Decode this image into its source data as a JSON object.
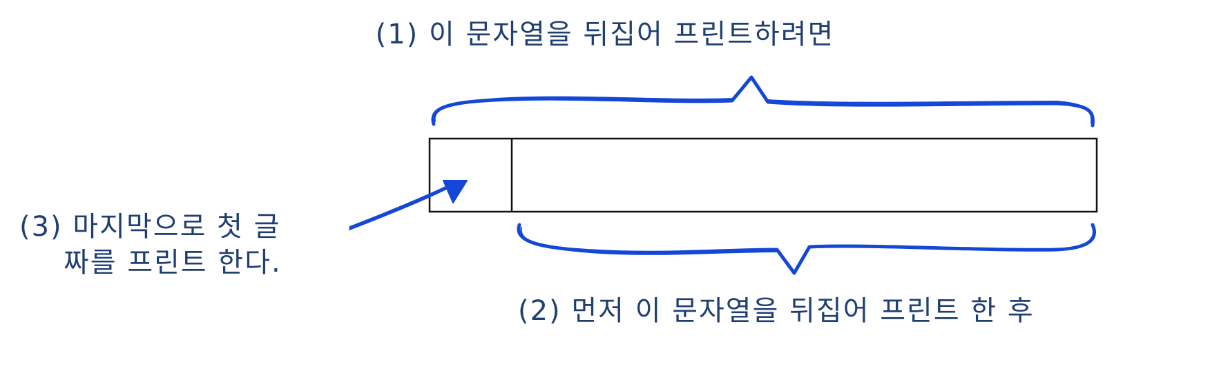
{
  "labels": {
    "top": "(1) 이 문자열을 뒤집어 프린트하려면",
    "bottom": "(2) 먼저 이 문자열을 뒤집어 프린트 한 후",
    "left_line1": "(3) 마지막으로 첫 글",
    "left_line2": "짜를 프린트 한다."
  },
  "colors": {
    "text": "#1f3f72",
    "annotation": "#1447d8",
    "box_stroke": "#111111"
  }
}
